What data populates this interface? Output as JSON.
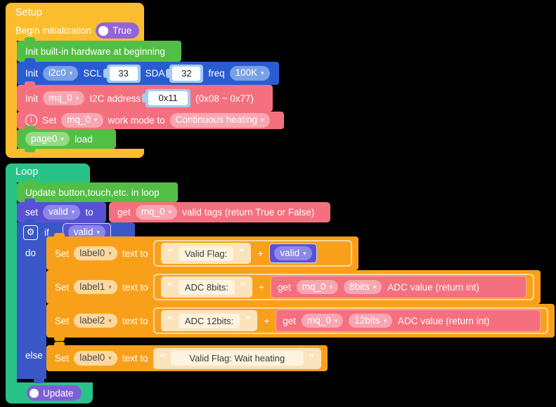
{
  "caret": "▾",
  "quotes": {
    "open": "“",
    "close": "”"
  },
  "colors": {
    "setup_yellow": "#FBBD2E",
    "loop_teal": "#29C289",
    "event_green": "#53BE45",
    "i2c_blue": "#2A5CD1",
    "unit_pink": "#F4707E",
    "logic_blue": "#3957C6",
    "variable_indigo": "#5852D2",
    "text_orange": "#F9A01B",
    "toggle_true_purple": "#9264D8",
    "toggle_update_purple": "#7E5FD8"
  },
  "setup": {
    "title": "Setup",
    "begin_label": "Begin initialization",
    "begin_toggle": "True",
    "hw_init_label": "Init built-in hardware at beginning",
    "i2c": {
      "kw_init": "Init",
      "port": "i2c0",
      "scl_label": "SCL",
      "scl_value": "33",
      "sda_label": "SDA",
      "sda_value": "32",
      "freq_label": "freq",
      "freq_value": "100K"
    },
    "mq_init": {
      "kw_init": "Init",
      "unit": "mq_0",
      "addr_label": "I2C address",
      "addr_value": "0x11",
      "addr_range": "(0x08 ~ 0x77)"
    },
    "work_mode": {
      "info_icon": "i",
      "kw_set": "Set",
      "unit": "mq_0",
      "label": "work mode to",
      "mode": "Continuous heating"
    },
    "page_load": {
      "page": "page0",
      "kw_load": "load"
    }
  },
  "loop": {
    "title": "Loop",
    "update_note": "Update button,touch,etc. in loop",
    "set_valid": {
      "kw_set": "set",
      "var": "valid",
      "kw_to": "to"
    },
    "get_valid": {
      "kw_get": "get",
      "unit": "mq_0",
      "label": "valid tags (return True or False)"
    },
    "if_block": {
      "gear_icon": "⚙",
      "kw_if": "if",
      "condition": "valid",
      "kw_do": "do",
      "kw_else": "else"
    },
    "do_rows": [
      {
        "kw_set": "Set",
        "target": "label0",
        "kw_text_to": "text to",
        "quote_text": "Valid Flag:",
        "plus": "+",
        "operand_var": "valid"
      },
      {
        "kw_set": "Set",
        "target": "label1",
        "kw_text_to": "text to",
        "quote_text": "ADC 8bits:",
        "plus": "+",
        "kw_get": "get",
        "unit": "mq_0",
        "bits": "8bits",
        "getter_label": "ADC value (return int)"
      },
      {
        "kw_set": "Set",
        "target": "label2",
        "kw_text_to": "text to",
        "quote_text": "ADC 12bits:",
        "plus": "+",
        "kw_get": "get",
        "unit": "mq_0",
        "bits": "12bits",
        "getter_label": "ADC value (return int)"
      }
    ],
    "else_row": {
      "kw_set": "Set",
      "target": "label0",
      "kw_text_to": "text to",
      "quote_text": "Valid Flag: Wait heating"
    },
    "update_toggle": "Update"
  }
}
